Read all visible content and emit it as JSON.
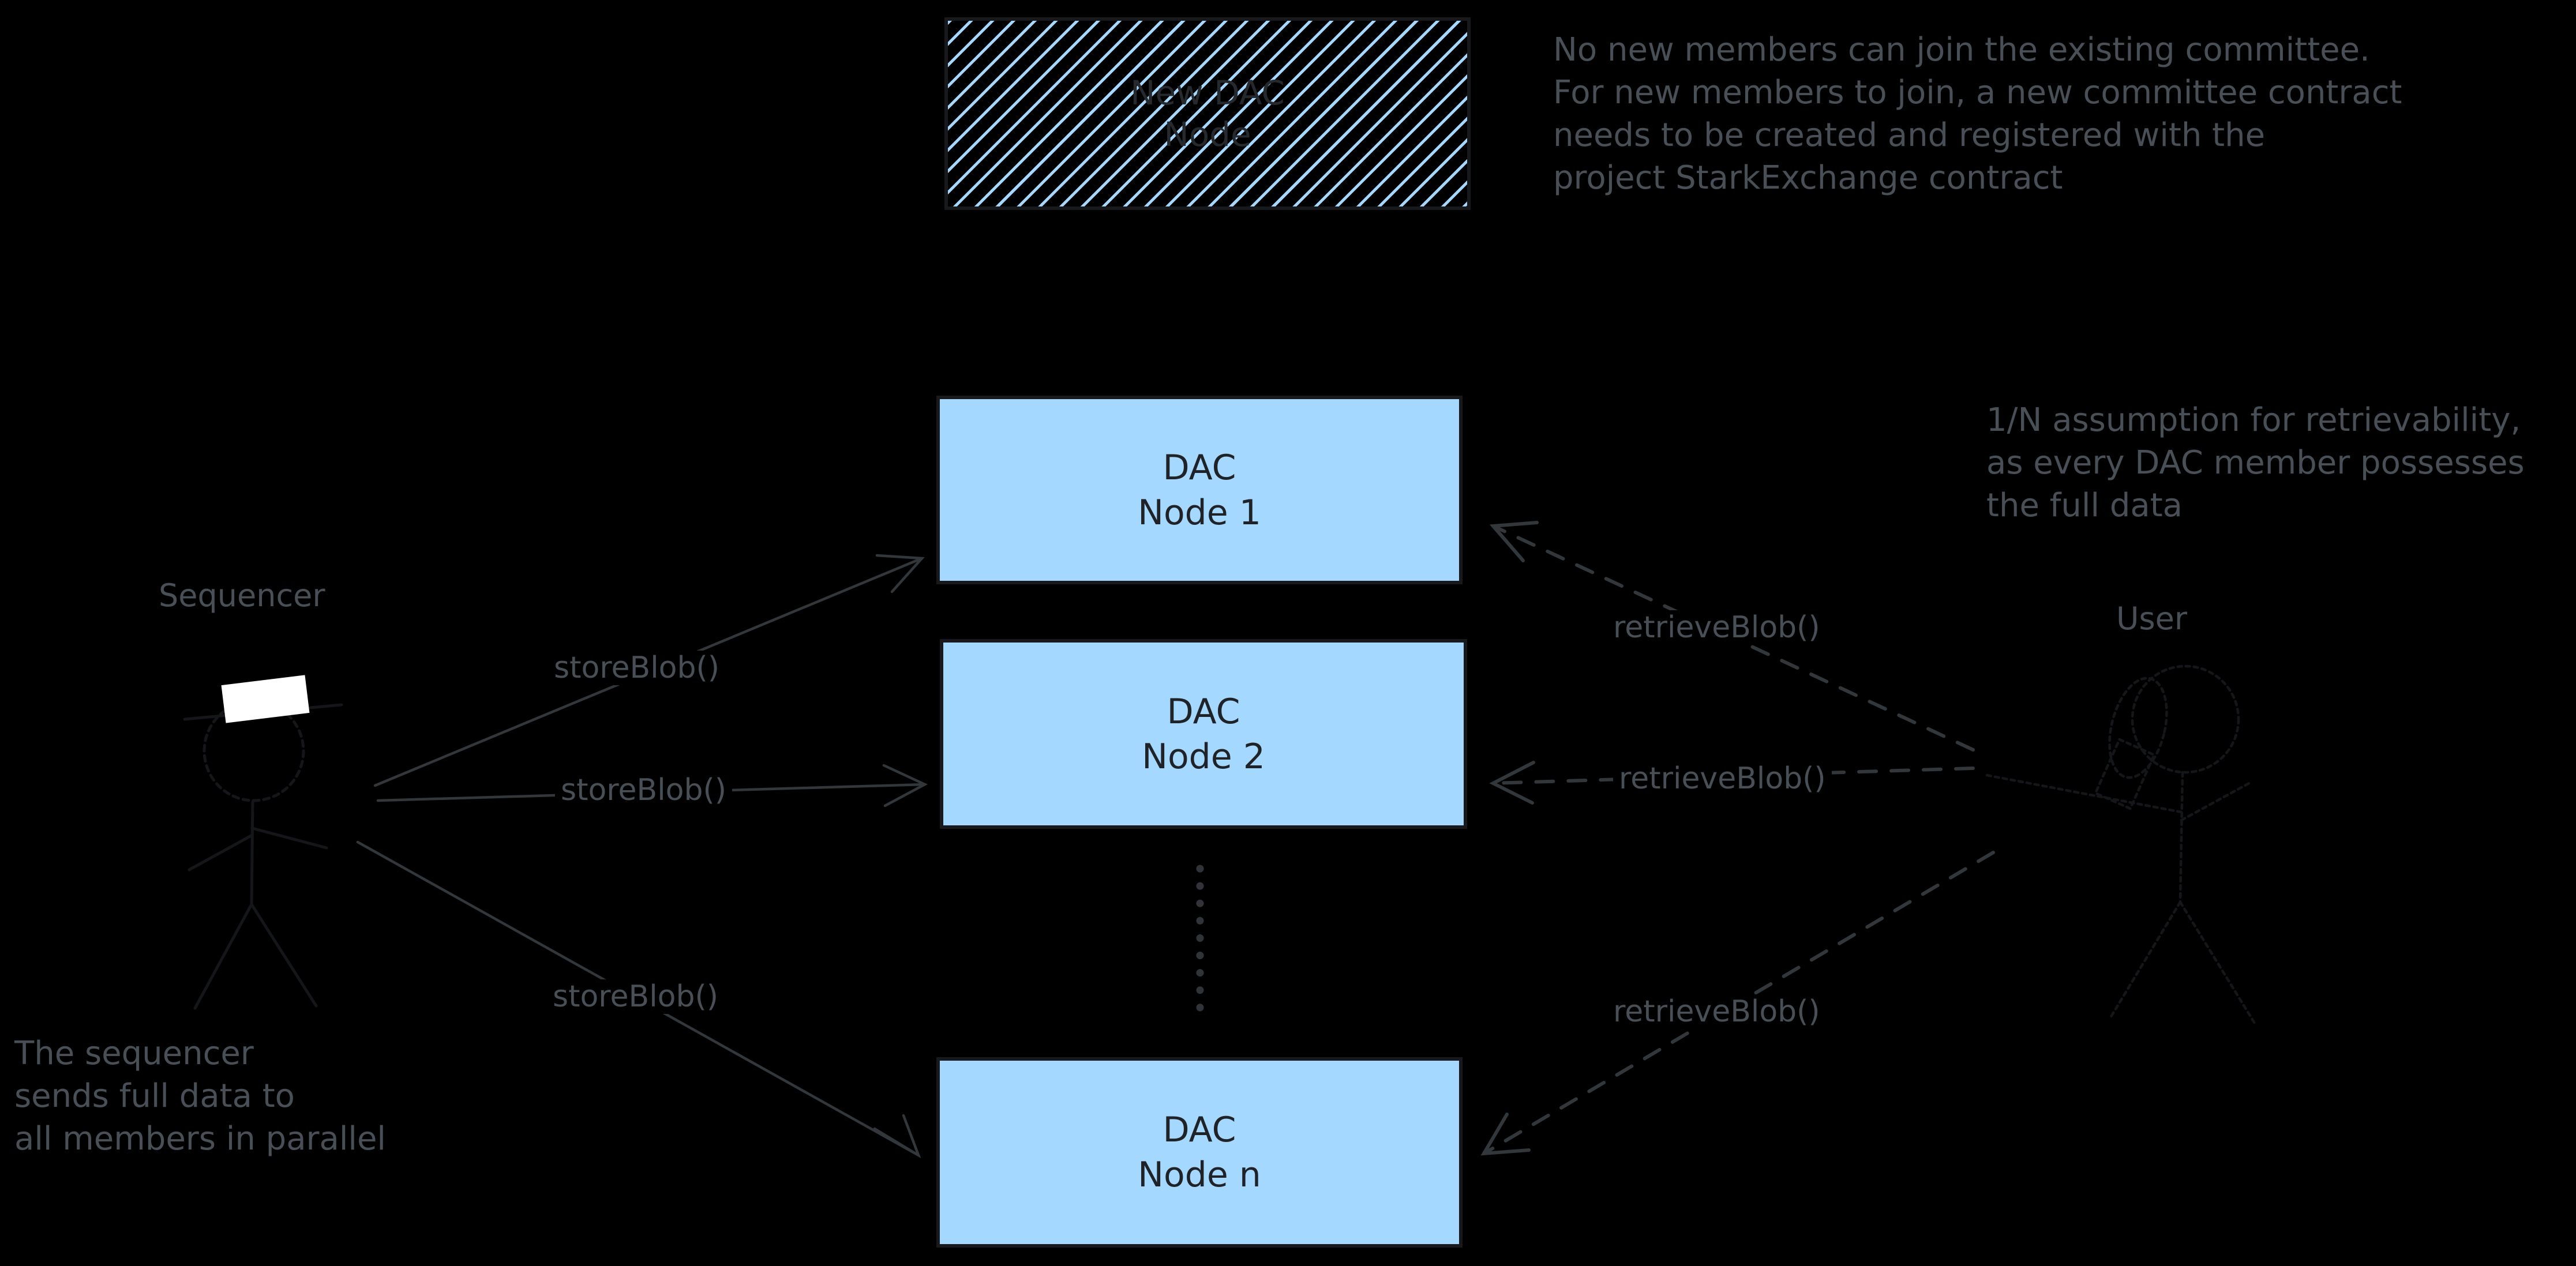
{
  "colors": {
    "background": "#000000",
    "node-fill": "#a5d8ff",
    "node-border": "#17191c",
    "node-text": "#1f2327",
    "ink": "#494f56",
    "arrow": "#32373c",
    "figure": "#141619",
    "dot": "#303439",
    "hat": "#ffffff"
  },
  "nodes": [
    {
      "id": "new-dac-node",
      "label": "New DAC\nNode",
      "variant": "hatched"
    },
    {
      "id": "dac-node-1",
      "label": "DAC\nNode 1",
      "variant": "filled"
    },
    {
      "id": "dac-node-2",
      "label": "DAC\nNode 2",
      "variant": "filled"
    },
    {
      "id": "dac-node-n",
      "label": "DAC\nNode n",
      "variant": "filled"
    }
  ],
  "actors": [
    {
      "id": "sequencer",
      "label": "Sequencer"
    },
    {
      "id": "user",
      "label": "User"
    }
  ],
  "edges": [
    {
      "id": "store-blob-1",
      "label": "storeBlob()",
      "from": "sequencer",
      "to": "dac-node-1",
      "style": "solid"
    },
    {
      "id": "store-blob-2",
      "label": "storeBlob()",
      "from": "sequencer",
      "to": "dac-node-2",
      "style": "solid"
    },
    {
      "id": "store-blob-n",
      "label": "storeBlob()",
      "from": "sequencer",
      "to": "dac-node-n",
      "style": "solid"
    },
    {
      "id": "retrieve-blob-1",
      "label": "retrieveBlob()",
      "from": "user",
      "to": "dac-node-1",
      "style": "dashed"
    },
    {
      "id": "retrieve-blob-2",
      "label": "retrieveBlob()",
      "from": "user",
      "to": "dac-node-2",
      "style": "dashed"
    },
    {
      "id": "retrieve-blob-n",
      "label": "retrieveBlob()",
      "from": "user",
      "to": "dac-node-n",
      "style": "dashed"
    }
  ],
  "annotations": [
    {
      "id": "committee-note",
      "text": "No new members can join the existing committee.\nFor new members to join, a new committee contract\nneeds to be created and registered with the\nproject StarkExchange contract"
    },
    {
      "id": "retrievability-note",
      "text": "1/N assumption for retrievability,\nas every DAC member possesses\nthe full data"
    },
    {
      "id": "sequencer-note",
      "text": "The sequencer\nsends full data to\nall members in parallel"
    }
  ]
}
